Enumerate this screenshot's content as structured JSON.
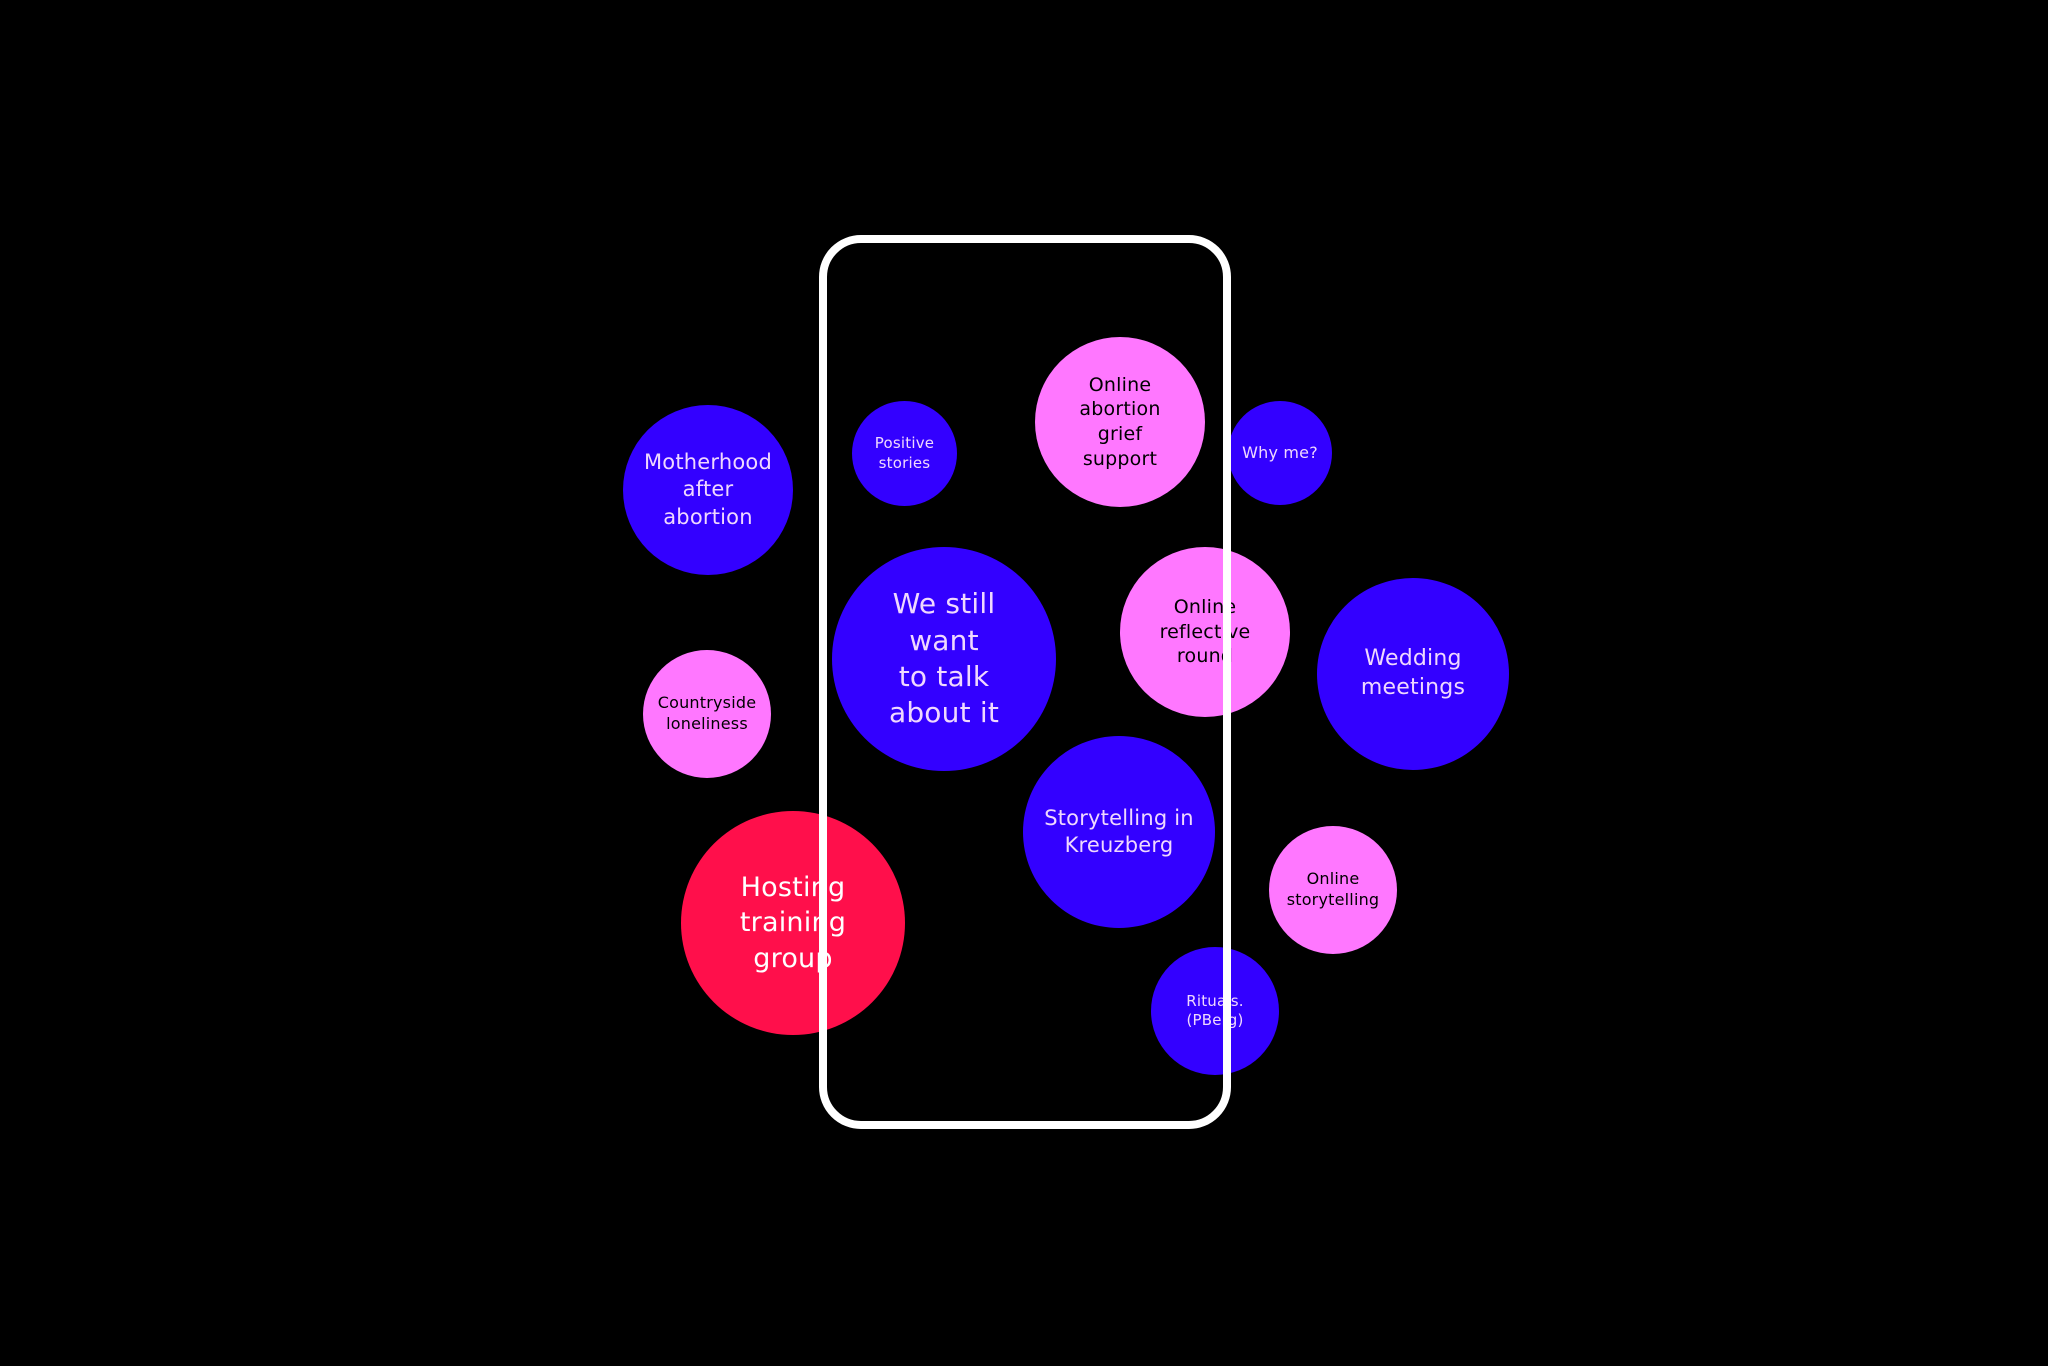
{
  "bubbles": {
    "motherhood": {
      "lines": [
        "Motherhood",
        "after",
        "abortion"
      ],
      "color": "#3300ff"
    },
    "positive": {
      "lines": [
        "Positive",
        "stories"
      ],
      "color": "#3300ff"
    },
    "grief": {
      "lines": [
        "Online",
        "abortion grief",
        "support"
      ],
      "color": "#ff77ff"
    },
    "whyme": {
      "lines": [
        "Why me?"
      ],
      "color": "#3300ff"
    },
    "talk": {
      "lines": [
        "We still want",
        "to talk",
        "about it"
      ],
      "color": "#3300ff"
    },
    "reflective": {
      "lines": [
        "Online",
        "reflective",
        "round"
      ],
      "color": "#ff77ff"
    },
    "wedding": {
      "lines": [
        "Wedding",
        "meetings"
      ],
      "color": "#3300ff"
    },
    "countryside": {
      "lines": [
        "Countryside",
        "loneliness"
      ],
      "color": "#ff77ff"
    },
    "storytelling_kreuzberg": {
      "lines": [
        "Storytelling in",
        "Kreuzberg"
      ],
      "color": "#3300ff"
    },
    "hosting": {
      "lines": [
        "Hosting",
        "training",
        "group"
      ],
      "color": "#ff0f4b"
    },
    "online_storytelling": {
      "lines": [
        "Online",
        "storytelling"
      ],
      "color": "#ff77ff"
    },
    "rituals": {
      "lines": [
        "Rituals.",
        "(PBerg)"
      ],
      "color": "#3300ff"
    }
  },
  "colors": {
    "background": "#000000",
    "phone_outline": "#ffffff",
    "blue": "#3300ff",
    "pink": "#ff77ff",
    "red": "#ff0f4b"
  }
}
